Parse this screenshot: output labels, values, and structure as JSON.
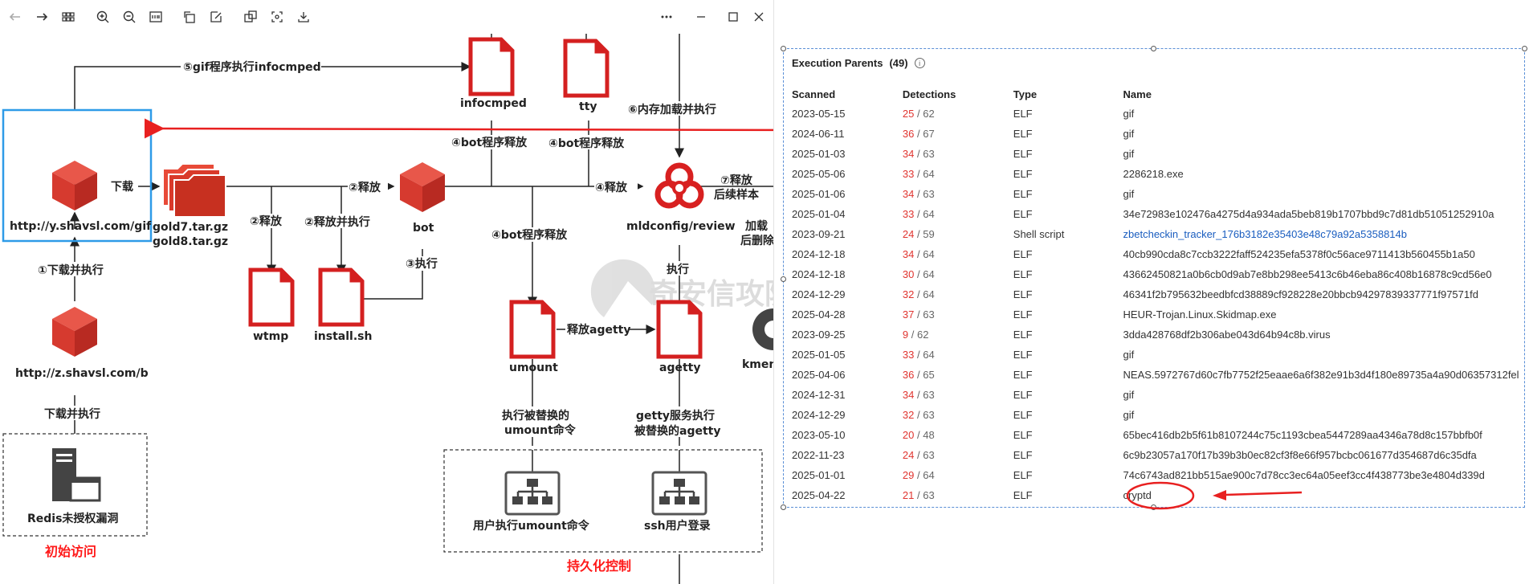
{
  "toolbar": {
    "icons": [
      "back-icon",
      "forward-icon",
      "grid-icon",
      "zoom-in-icon",
      "zoom-out-icon",
      "fit-icon",
      "rotate-icon",
      "edit-icon",
      "copy-icon",
      "crop-icon",
      "download-icon",
      "more-icon",
      "minimize-icon",
      "maximize-icon",
      "close-icon"
    ]
  },
  "diagram": {
    "labels": {
      "step5": "⑤gif程序执行infocmped",
      "infocmped": "infocmped",
      "tty": "tty",
      "step6": "⑥内存加载并执行",
      "step4a": "④bot程序释放",
      "step4b": "④bot程序释放",
      "download": "下载",
      "step2_release": "②释放",
      "step4_release": "④释放",
      "step7a": "⑦释放",
      "step7b": "后续样本",
      "url_gif": "http://y.shavsl.com/gif",
      "gold7": "gold7.tar.gz",
      "gold8": "gold8.tar.gz",
      "bot": "bot",
      "mldconfig": "mldconfig/review",
      "load_partial_a": "加载",
      "load_partial_b": "后删除",
      "step2_a": "②释放",
      "step2_b": "②释放并执行",
      "step4c": "④bot程序释放",
      "step3": "③执行",
      "step1": "①下载并执行",
      "execute": "执行",
      "wtmp": "wtmp",
      "install_sh": "install.sh",
      "umount": "umount",
      "agetty": "agetty",
      "release_agetty": "释放agetty",
      "kmen": "kmen",
      "url_b": "http://z.shavsl.com/b",
      "download_exec": "下载并执行",
      "exec_umount_a": "执行被替换的",
      "exec_umount_b": "umount命令",
      "getty_a": "getty服务执行",
      "getty_b": "被替换的agetty",
      "redis": "Redis未授权漏洞",
      "user_umount": "用户执行umount命令",
      "ssh_login": "ssh用户登录",
      "initial_access": "初始访问",
      "persistence": "持久化控制",
      "watermark": "奇安信攻防社区"
    }
  },
  "panel": {
    "title": "Execution Parents",
    "count": "(49)",
    "columns": [
      "Scanned",
      "Detections",
      "Type",
      "Name"
    ],
    "rows": [
      {
        "scanned": "2023-05-15",
        "det": "25",
        "total": "/ 62",
        "type": "ELF",
        "name": "gif",
        "link": false
      },
      {
        "scanned": "2024-06-11",
        "det": "36",
        "total": "/ 67",
        "type": "ELF",
        "name": "gif",
        "link": false
      },
      {
        "scanned": "2025-01-03",
        "det": "34",
        "total": "/ 63",
        "type": "ELF",
        "name": "gif",
        "link": false
      },
      {
        "scanned": "2025-05-06",
        "det": "33",
        "total": "/ 64",
        "type": "ELF",
        "name": "2286218.exe",
        "link": false
      },
      {
        "scanned": "2025-01-06",
        "det": "34",
        "total": "/ 63",
        "type": "ELF",
        "name": "gif",
        "link": false
      },
      {
        "scanned": "2025-01-04",
        "det": "33",
        "total": "/ 64",
        "type": "ELF",
        "name": "34e72983e102476a4275d4a934ada5beb819b1707bbd9c7d81db51051252910a",
        "link": false
      },
      {
        "scanned": "2023-09-21",
        "det": "24",
        "total": "/ 59",
        "type": "Shell script",
        "name": "zbetcheckin_tracker_176b3182e35403e48c79a92a5358814b",
        "link": true
      },
      {
        "scanned": "2024-12-18",
        "det": "34",
        "total": "/ 64",
        "type": "ELF",
        "name": "40cb990cda8c7ccb3222faff524235efa5378f0c56ace9711413b560455b1a50",
        "link": false
      },
      {
        "scanned": "2024-12-18",
        "det": "30",
        "total": "/ 64",
        "type": "ELF",
        "name": "43662450821a0b6cb0d9ab7e8bb298ee5413c6b46eba86c408b16878c9cd56e0",
        "link": false
      },
      {
        "scanned": "2024-12-29",
        "det": "32",
        "total": "/ 64",
        "type": "ELF",
        "name": "46341f2b795632beedbfcd38889cf928228e20bbcb94297839337771f97571fd",
        "link": false
      },
      {
        "scanned": "2025-04-28",
        "det": "37",
        "total": "/ 63",
        "type": "ELF",
        "name": "HEUR-Trojan.Linux.Skidmap.exe",
        "link": false
      },
      {
        "scanned": "2023-09-25",
        "det": "9",
        "total": "/ 62",
        "type": "ELF",
        "name": "3dda428768df2b306abe043d64b94c8b.virus",
        "link": false
      },
      {
        "scanned": "2025-01-05",
        "det": "33",
        "total": "/ 64",
        "type": "ELF",
        "name": "gif",
        "link": false
      },
      {
        "scanned": "2025-04-06",
        "det": "36",
        "total": "/ 65",
        "type": "ELF",
        "name": "NEAS.5972767d60c7fb7752f25eaae6a6f382e91b3d4f180e89735a4a90d06357312fel",
        "link": false
      },
      {
        "scanned": "2024-12-31",
        "det": "34",
        "total": "/ 63",
        "type": "ELF",
        "name": "gif",
        "link": false
      },
      {
        "scanned": "2024-12-29",
        "det": "32",
        "total": "/ 63",
        "type": "ELF",
        "name": "gif",
        "link": false
      },
      {
        "scanned": "2023-05-10",
        "det": "20",
        "total": "/ 48",
        "type": "ELF",
        "name": "65bec416db2b5f61b8107244c75c1193cbea5447289aa4346a78d8c157bbfb0f",
        "link": false
      },
      {
        "scanned": "2022-11-23",
        "det": "24",
        "total": "/ 63",
        "type": "ELF",
        "name": "6c9b23057a170f17b39b3b0ec82cf3f8e66f957bcbc061677d354687d6c35dfa",
        "link": false
      },
      {
        "scanned": "2025-01-01",
        "det": "29",
        "total": "/ 64",
        "type": "ELF",
        "name": "74c6743ad821bb515ae900c7d78cc3ec64a05eef3cc4f438773be3e4804d339d",
        "link": false
      },
      {
        "scanned": "2025-04-22",
        "det": "21",
        "total": "/ 63",
        "type": "ELF",
        "name": "cryptd",
        "link": false
      }
    ]
  },
  "colors": {
    "accent_red": "#e0342f",
    "file_red": "#e02020",
    "box_blue": "#2e9be8",
    "link_blue": "#1a5dbf"
  }
}
